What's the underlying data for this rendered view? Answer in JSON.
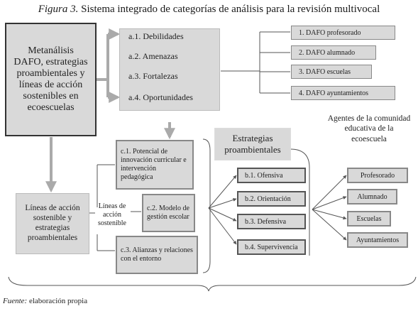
{
  "figure_label": "Figura 3.",
  "title": "Sistema integrado de categorías de análisis para la revisión multivocal",
  "main_box": "Metanálisis DAFO, estrategias proambientales y líneas de acción sostenibles en ecoescuelas",
  "dafo": [
    "a.1. Debilidades",
    "a.2. Amenazas",
    "a.3. Fortalezas",
    "a.4. Oportunidades"
  ],
  "dafo_actors": [
    "1. DAFO profesorado",
    "2. DAFO alumnado",
    "3. DAFO escuelas",
    "4. DAFO ayuntamientos"
  ],
  "lines_box": "Líneas de acción sostenible y estrategias proambientales",
  "lines_label": "Líneas de acción sostenible",
  "c_items": [
    "c.1. Potencial de innovación curricular e intervención pedagógica",
    "c.2. Modelo de gestión escolar",
    "c.3. Alianzas y relaciones con el entorno"
  ],
  "strategies_title": "Estrategias proambientales",
  "b_items": [
    "b.1. Ofensiva",
    "b.2. Orientación",
    "b.3. Defensiva",
    "b.4. Supervivencia"
  ],
  "agents_title": "Agentes de la comunidad educativa de la ecoescuela",
  "agents": [
    "Profesorado",
    "Alumnado",
    "Escuelas",
    "Ayuntamientos"
  ],
  "source_label": "Fuente:",
  "source_text": "elaboración propia"
}
